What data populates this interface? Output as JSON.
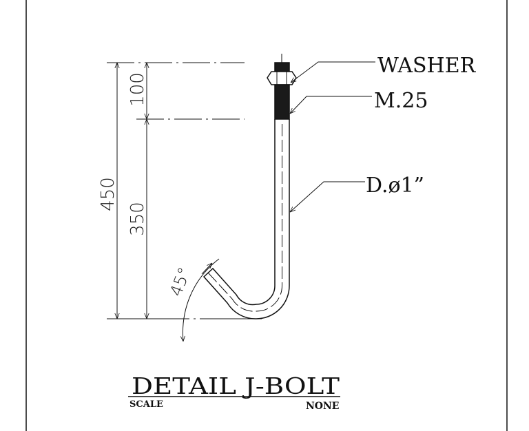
{
  "drawing": {
    "title": "DETAIL J-BOLT",
    "scale_label": "SCALE",
    "scale_value": "NONE",
    "callouts": {
      "washer": "WASHER",
      "thread": "M.25",
      "diameter": "D.ø1”"
    },
    "dimensions": {
      "total": "450",
      "thread_length": "100",
      "shank_length": "350",
      "hook_angle": "45°"
    },
    "colors": {
      "ink": "#111111",
      "paper": "#ffffff"
    }
  }
}
